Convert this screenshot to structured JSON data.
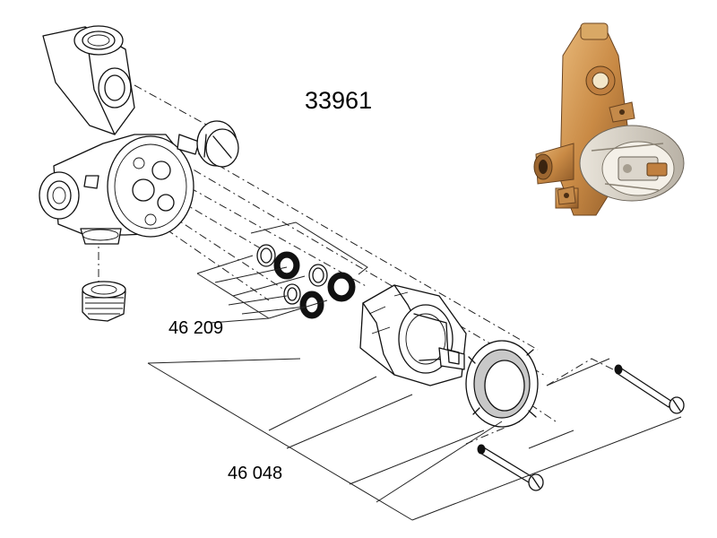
{
  "model_number": "33961",
  "part_labels": {
    "seal_kit": "46 209",
    "cartridge_assembly": "46 048"
  }
}
